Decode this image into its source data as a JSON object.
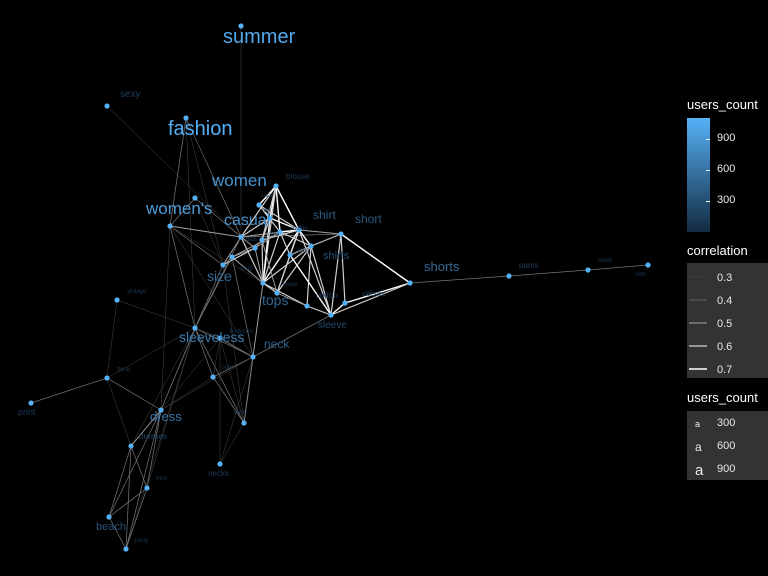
{
  "graph": {
    "nodes": [
      {
        "id": "summer",
        "users_count": 1000
      },
      {
        "id": "sexy",
        "users_count": 80
      },
      {
        "id": "fashion",
        "users_count": 1080
      },
      {
        "id": "women",
        "users_count": 760
      },
      {
        "id": "women's",
        "users_count": 880
      },
      {
        "id": "blouse",
        "users_count": 70
      },
      {
        "id": "casual",
        "users_count": 760
      },
      {
        "id": "shirt",
        "users_count": 280
      },
      {
        "id": "short",
        "users_count": 260
      },
      {
        "id": "shirts",
        "users_count": 200
      },
      {
        "id": "shorts",
        "users_count": 400
      },
      {
        "id": "pants",
        "users_count": 70
      },
      {
        "id": "waist",
        "users_count": 50
      },
      {
        "id": "slim",
        "users_count": 50
      },
      {
        "id": "size",
        "users_count": 400
      },
      {
        "id": "tops",
        "users_count": 380
      },
      {
        "id": "cotton",
        "users_count": 150
      },
      {
        "id": "sleeve",
        "users_count": 150
      },
      {
        "id": "sleeves",
        "users_count": 100
      },
      {
        "id": "sleeveless",
        "users_count": 560
      },
      {
        "id": "neck",
        "users_count": 320
      },
      {
        "id": "vintage",
        "users_count": 40
      },
      {
        "id": "floral",
        "users_count": 60
      },
      {
        "id": "print",
        "users_count": 60
      },
      {
        "id": "dress",
        "users_count": 500
      },
      {
        "id": "dresses",
        "users_count": 120
      },
      {
        "id": "mini",
        "users_count": 50
      },
      {
        "id": "necks",
        "users_count": 80
      },
      {
        "id": "beach",
        "users_count": 200
      },
      {
        "id": "party",
        "users_count": 50
      },
      {
        "id": "lace",
        "users_count": 60
      },
      {
        "id": "top",
        "users_count": 80
      },
      {
        "id": "plus",
        "users_count": 80
      },
      {
        "id": "chiffon",
        "users_count": 80
      },
      {
        "id": "long",
        "users_count": 60
      },
      {
        "id": "tank",
        "users_count": 60
      },
      {
        "id": "crop",
        "users_count": 60
      },
      {
        "id": "cute",
        "users_count": 60
      },
      {
        "id": "solid",
        "users_count": 60
      },
      {
        "id": "loose",
        "users_count": 60
      },
      {
        "id": "bodycon",
        "users_count": 60
      }
    ],
    "edges": [
      [
        "summer",
        "casual",
        0.3
      ],
      [
        "sexy",
        "casual",
        0.3
      ],
      [
        "fashion",
        "casual",
        0.4
      ],
      [
        "fashion",
        "women's",
        0.4
      ],
      [
        "fashion",
        "size",
        0.3
      ],
      [
        "fashion",
        "sleeveless",
        0.3
      ],
      [
        "fashion",
        "tops",
        0.3
      ],
      [
        "women",
        "women's",
        0.4
      ],
      [
        "women",
        "casual",
        0.4
      ],
      [
        "women",
        "size",
        0.3
      ],
      [
        "women's",
        "casual",
        0.5
      ],
      [
        "women's",
        "size",
        0.4
      ],
      [
        "women's",
        "sleeveless",
        0.4
      ],
      [
        "women's",
        "dress",
        0.3
      ],
      [
        "women's",
        "tops",
        0.3
      ],
      [
        "women's",
        "neck",
        0.3
      ],
      [
        "casual",
        "blouse",
        0.6
      ],
      [
        "casual",
        "top",
        0.6
      ],
      [
        "casual",
        "shirt",
        0.5
      ],
      [
        "casual",
        "tops",
        0.6
      ],
      [
        "casual",
        "size",
        0.5
      ],
      [
        "casual",
        "sleeveless",
        0.4
      ],
      [
        "casual",
        "plus",
        0.5
      ],
      [
        "casual",
        "chiffon",
        0.5
      ],
      [
        "casual",
        "short",
        0.4
      ],
      [
        "blouse",
        "top",
        0.7
      ],
      [
        "blouse",
        "shirt",
        0.7
      ],
      [
        "blouse",
        "lace",
        0.7
      ],
      [
        "blouse",
        "chiffon",
        0.7
      ],
      [
        "blouse",
        "tops",
        0.6
      ],
      [
        "blouse",
        "cute",
        0.6
      ],
      [
        "top",
        "lace",
        0.7
      ],
      [
        "top",
        "shirt",
        0.7
      ],
      [
        "top",
        "tops",
        0.7
      ],
      [
        "top",
        "cute",
        0.6
      ],
      [
        "lace",
        "shirt",
        0.6
      ],
      [
        "lace",
        "chiffon",
        0.6
      ],
      [
        "shirt",
        "chiffon",
        0.7
      ],
      [
        "shirt",
        "shirts",
        0.7
      ],
      [
        "shirt",
        "long",
        0.7
      ],
      [
        "shirt",
        "tops",
        0.7
      ],
      [
        "shirt",
        "short",
        0.5
      ],
      [
        "shirt",
        "loose",
        0.6
      ],
      [
        "shirt",
        "sleeve",
        0.6
      ],
      [
        "shirt",
        "cute",
        0.6
      ],
      [
        "shirts",
        "short",
        0.6
      ],
      [
        "shirts",
        "tops",
        0.6
      ],
      [
        "shirts",
        "cotton",
        0.6
      ],
      [
        "shirts",
        "sleeve",
        0.6
      ],
      [
        "shirts",
        "long",
        0.6
      ],
      [
        "shirts",
        "loose",
        0.6
      ],
      [
        "shirts",
        "chiffon",
        0.6
      ],
      [
        "short",
        "shorts",
        0.7
      ],
      [
        "short",
        "sleeves",
        0.6
      ],
      [
        "short",
        "sleeve",
        0.6
      ],
      [
        "short",
        "long",
        0.5
      ],
      [
        "sleeves",
        "shorts",
        0.7
      ],
      [
        "sleeve",
        "shorts",
        0.6
      ],
      [
        "sleeve",
        "long",
        0.7
      ],
      [
        "sleeve",
        "cotton",
        0.6
      ],
      [
        "sleeve",
        "sleeves",
        0.7
      ],
      [
        "cotton",
        "tops",
        0.6
      ],
      [
        "cotton",
        "loose",
        0.5
      ],
      [
        "tops",
        "loose",
        0.6
      ],
      [
        "tops",
        "chiffon",
        0.6
      ],
      [
        "tops",
        "plus",
        0.5
      ],
      [
        "tops",
        "cute",
        0.6
      ],
      [
        "tops",
        "tank",
        0.5
      ],
      [
        "tops",
        "crop",
        0.5
      ],
      [
        "long",
        "loose",
        0.6
      ],
      [
        "long",
        "chiffon",
        0.6
      ],
      [
        "cute",
        "plus",
        0.5
      ],
      [
        "cute",
        "loose",
        0.5
      ],
      [
        "plus",
        "size",
        0.6
      ],
      [
        "plus",
        "chiffon",
        0.5
      ],
      [
        "plus",
        "crop",
        0.5
      ],
      [
        "chiffon",
        "crop",
        0.5
      ],
      [
        "size",
        "crop",
        0.4
      ],
      [
        "size",
        "sleeveless",
        0.4
      ],
      [
        "size",
        "tank",
        0.3
      ],
      [
        "size",
        "dress",
        0.3
      ],
      [
        "shorts",
        "pants",
        0.4
      ],
      [
        "pants",
        "waist",
        0.4
      ],
      [
        "waist",
        "slim",
        0.4
      ],
      [
        "sleeveless",
        "tank",
        0.4
      ],
      [
        "sleeveless",
        "crop",
        0.4
      ],
      [
        "sleeveless",
        "neck",
        0.4
      ],
      [
        "sleeveless",
        "vintage",
        0.3
      ],
      [
        "sleeveless",
        "floral",
        0.3
      ],
      [
        "sleeveless",
        "dress",
        0.4
      ],
      [
        "sleeveless",
        "solid",
        0.4
      ],
      [
        "sleeveless",
        "dresses",
        0.3
      ],
      [
        "sleeveless",
        "bodycon",
        0.3
      ],
      [
        "sleeveless",
        "mini",
        0.3
      ],
      [
        "sleeveless",
        "party",
        0.3
      ],
      [
        "neck",
        "tank",
        0.4
      ],
      [
        "neck",
        "solid",
        0.4
      ],
      [
        "neck",
        "crop",
        0.4
      ],
      [
        "neck",
        "bodycon",
        0.4
      ],
      [
        "neck",
        "necks",
        0.3
      ],
      [
        "neck",
        "dress",
        0.3
      ],
      [
        "neck",
        "sleeve",
        0.4
      ],
      [
        "tank",
        "solid",
        0.4
      ],
      [
        "tank",
        "necks",
        0.3
      ],
      [
        "tank",
        "bodycon",
        0.3
      ],
      [
        "solid",
        "bodycon",
        0.3
      ],
      [
        "solid",
        "dress",
        0.3
      ],
      [
        "necks",
        "bodycon",
        0.3
      ],
      [
        "vintage",
        "floral",
        0.3
      ],
      [
        "floral",
        "print",
        0.4
      ],
      [
        "floral",
        "dress",
        0.4
      ],
      [
        "floral",
        "dresses",
        0.3
      ],
      [
        "dress",
        "dresses",
        0.5
      ],
      [
        "dress",
        "mini",
        0.4
      ],
      [
        "dress",
        "beach",
        0.4
      ],
      [
        "dress",
        "party",
        0.4
      ],
      [
        "dress",
        "bodycon",
        0.3
      ],
      [
        "dresses",
        "mini",
        0.4
      ],
      [
        "dresses",
        "beach",
        0.4
      ],
      [
        "dresses",
        "party",
        0.4
      ],
      [
        "mini",
        "beach",
        0.4
      ],
      [
        "mini",
        "party",
        0.4
      ],
      [
        "beach",
        "party",
        0.4
      ]
    ]
  },
  "legends": {
    "users_color": {
      "title": "users_count",
      "ticks": [
        {
          "value": 900,
          "label": "900"
        },
        {
          "value": 600,
          "label": "600"
        },
        {
          "value": 300,
          "label": "300"
        }
      ],
      "range": [
        0,
        1100
      ]
    },
    "correlation": {
      "title": "correlation",
      "items": [
        "0.3",
        "0.4",
        "0.5",
        "0.6",
        "0.7"
      ]
    },
    "users_size": {
      "title": "users_count",
      "items": [
        {
          "symbol": "a",
          "label": "300",
          "value": 300
        },
        {
          "symbol": "a",
          "label": "600",
          "value": 600
        },
        {
          "symbol": "a",
          "label": "900",
          "value": 900
        }
      ]
    }
  },
  "colors": {
    "background": "#000000",
    "node": "#56B1F7",
    "label_low": "#132B43",
    "label_high": "#56B1F7",
    "legend_panel": "#333333",
    "legend_text": "#ffffff"
  }
}
